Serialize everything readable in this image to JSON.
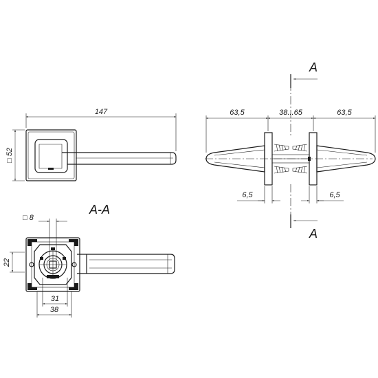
{
  "dimensions": {
    "overall_length": "147",
    "rose_size": "52",
    "lever_projection_left": "63,5",
    "door_thickness": "38...65",
    "lever_projection_right": "63,5",
    "rose_thickness_left": "6,5",
    "rose_thickness_right": "6,5",
    "square_spindle": "8",
    "spindle_offset": "22",
    "screw_spacing": "31",
    "base_width": "38"
  },
  "section": {
    "label": "A-A",
    "marker_top": "A",
    "marker_bottom": "A"
  },
  "symbols": {
    "square_symbol": "□"
  }
}
